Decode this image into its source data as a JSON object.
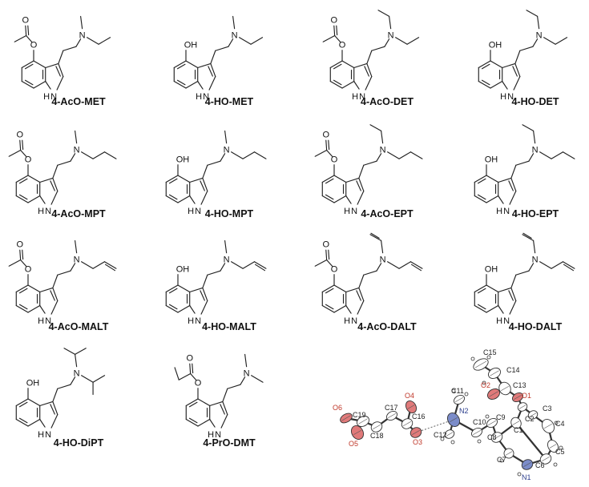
{
  "molecules": [
    {
      "name": "4-AcO-MET"
    },
    {
      "name": "4-HO-MET"
    },
    {
      "name": "4-AcO-DET"
    },
    {
      "name": "4-HO-DET"
    },
    {
      "name": "4-AcO-MPT"
    },
    {
      "name": "4-HO-MPT"
    },
    {
      "name": "4-AcO-EPT"
    },
    {
      "name": "4-HO-EPT"
    },
    {
      "name": "4-AcO-MALT"
    },
    {
      "name": "4-HO-MALT"
    },
    {
      "name": "4-AcO-DALT"
    },
    {
      "name": "4-HO-DALT"
    },
    {
      "name": "4-HO-DiPT"
    },
    {
      "name": "4-PrO-DMT"
    }
  ],
  "atom_text": {
    "oh": "OH",
    "nh": "H",
    "n": "N",
    "o": "O"
  },
  "crystal_labels": {
    "O6": "O6",
    "O5": "O5",
    "C19": "C19",
    "C18": "C18",
    "C17": "C17",
    "C16": "C16",
    "O4": "O4",
    "O3": "O3",
    "C11": "C11",
    "N2": "N2",
    "C12": "C12",
    "C10": "C10",
    "C9": "C9",
    "C8": "C8",
    "C7": "C7",
    "N1": "N1",
    "C6": "C6",
    "C5": "C5",
    "C4": "C4",
    "C3": "C3",
    "C2": "C2",
    "C1": "C1",
    "O1": "O1",
    "O2": "O2",
    "C13": "C13",
    "C14": "C14",
    "C15": "C15"
  },
  "colors": {
    "oxygen": "#e07a7a",
    "nitrogen": "#7b8cc9",
    "carbon": "#ffffff",
    "bond": "#222222"
  }
}
